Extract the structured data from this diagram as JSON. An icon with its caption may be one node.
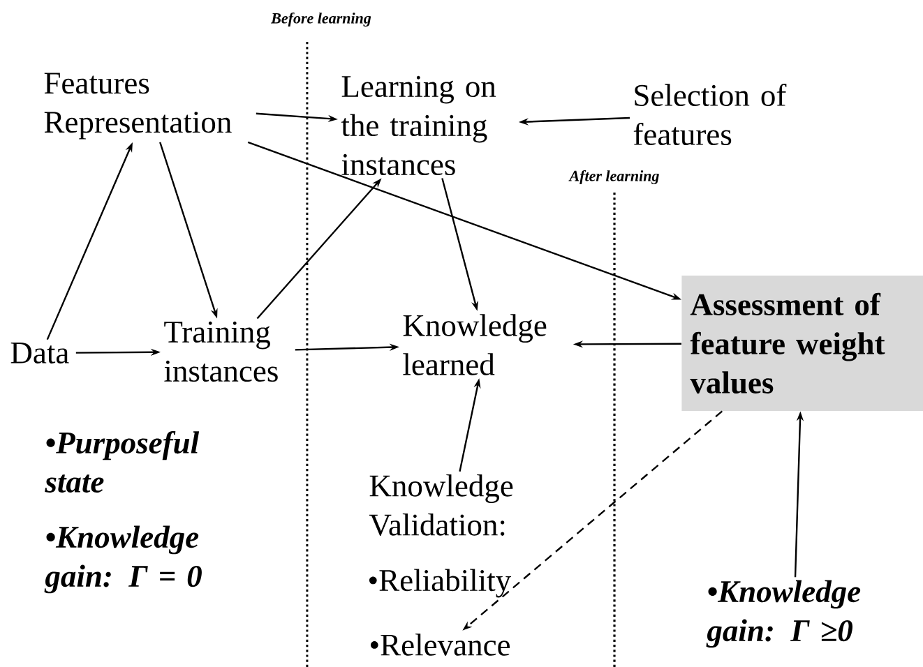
{
  "diagram": {
    "nodes": [
      {
        "text": [
          "Features Representation"
        ]
      },
      {
        "text": [
          "Learning on the training instances"
        ]
      },
      {
        "text": [
          "Selection of features"
        ]
      },
      {
        "text": [
          "Data"
        ]
      },
      {
        "text": [
          "Training instances"
        ]
      },
      {
        "text": [
          "Knowledge learned"
        ]
      },
      {
        "text": [
          "Assessment of feature weight values"
        ]
      },
      {
        "text": [
          "Knowledge Validation:"
        ]
      },
      {
        "text": [
          "•Relevance"
        ]
      },
      {
        "text": [
          "•Knowledge gain: Γ ≥0"
        ]
      }
    ],
    "edges": [
      {
        "from": 0,
        "to": 1,
        "arrow": "to"
      },
      {
        "from": 2,
        "to": 1,
        "arrow": "to"
      },
      {
        "from": 3,
        "to": 0,
        "arrow": "to"
      },
      {
        "from": 0,
        "to": 4,
        "arrow": "to"
      },
      {
        "from": 4,
        "to": 1,
        "arrow": "to"
      },
      {
        "from": 1,
        "to": 5,
        "arrow": "to"
      },
      {
        "from": 0,
        "to": 6,
        "arrow": "to"
      },
      {
        "from": 3,
        "to": 4,
        "arrow": "to"
      },
      {
        "from": 4,
        "to": 5,
        "arrow": "to"
      },
      {
        "from": 6,
        "to": 5,
        "arrow": "to"
      },
      {
        "from": 7,
        "to": 5,
        "arrow": "to"
      },
      {
        "from": 9,
        "to": 6,
        "arrow": "to"
      },
      {
        "from": 6,
        "to": 8,
        "arrow": "to",
        "style": "dashed"
      }
    ],
    "labels": [
      "Before learning",
      "After learning",
      "•Purposeful state",
      "•Knowledge gain: Γ = 0",
      "•Reliability"
    ]
  }
}
